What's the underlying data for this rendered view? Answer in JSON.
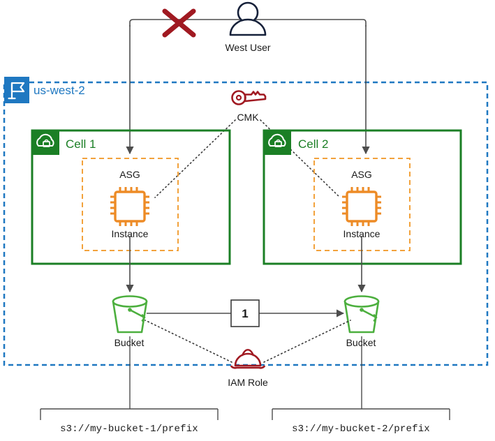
{
  "diagram": {
    "title_region": "us-west-2",
    "colors": {
      "region_blue": "#1f78c1",
      "cell_green": "#1b7f25",
      "bucket_green": "#4caf3e",
      "asg_orange": "#f2a23c",
      "instance_orange": "#ed8b26",
      "security_red": "#a01921",
      "line_gray": "#4d4d4d",
      "text_dark": "#1a1a1a"
    }
  },
  "actor": {
    "label": "West User",
    "icon": "user-icon",
    "blocked_marker": "red-x-icon"
  },
  "kms": {
    "label": "CMK",
    "icon": "key-icon"
  },
  "iam": {
    "label": "IAM Role",
    "icon": "hard-hat-icon"
  },
  "region": {
    "label": "us-west-2",
    "icon": "region-flag-icon"
  },
  "cells": [
    {
      "title": "Cell 1",
      "icon": "cloud-lock-icon",
      "asg": {
        "label": "ASG"
      },
      "instance": {
        "label": "Instance",
        "icon": "cpu-chip-icon"
      }
    },
    {
      "title": "Cell 2",
      "icon": "cloud-lock-icon",
      "asg": {
        "label": "ASG"
      },
      "instance": {
        "label": "Instance",
        "icon": "cpu-chip-icon"
      }
    }
  ],
  "buckets": [
    {
      "label": "Bucket",
      "icon": "s3-bucket-icon",
      "path": "s3://my-bucket-1/prefix"
    },
    {
      "label": "Bucket",
      "icon": "s3-bucket-icon",
      "path": "s3://my-bucket-2/prefix"
    }
  ],
  "steps": [
    {
      "number": "1"
    }
  ]
}
